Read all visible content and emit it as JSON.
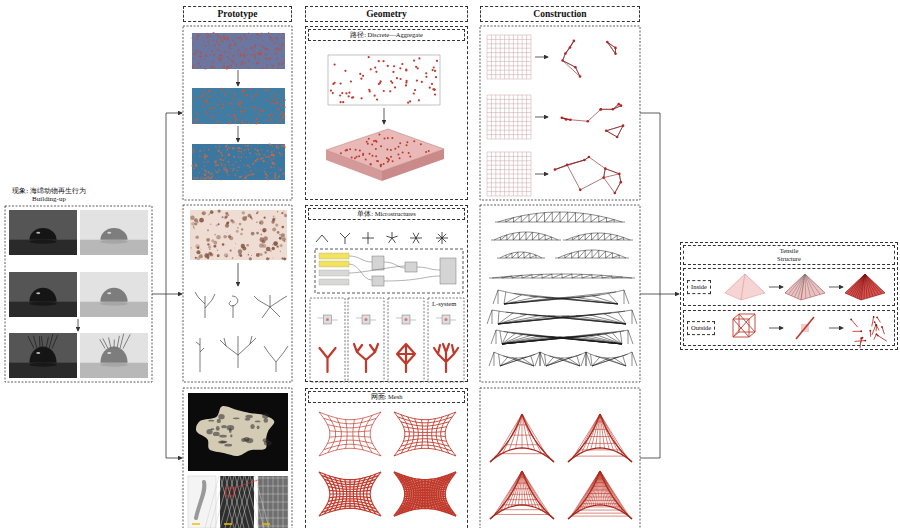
{
  "diagram": {
    "nodes": [
      {
        "text": [
          "现象: 海绵动物再生行为",
          "Building-up"
        ]
      },
      {
        "text": [
          "Prototype"
        ]
      },
      {
        "text": [
          "Geometry"
        ]
      },
      {
        "text": [
          "Construction"
        ]
      },
      {
        "text": [
          "路径: Discrete—Aggregate"
        ]
      },
      {
        "text": [
          "单体: Microstructures"
        ]
      },
      {
        "text": [
          "网面: Mesh"
        ]
      },
      {
        "text": [
          "Tensile Structure"
        ]
      },
      {
        "text": [
          "Inside"
        ],
        "in": 7
      },
      {
        "text": [
          "Outside"
        ],
        "in": 7
      }
    ],
    "labels": [
      "L-system"
    ]
  }
}
